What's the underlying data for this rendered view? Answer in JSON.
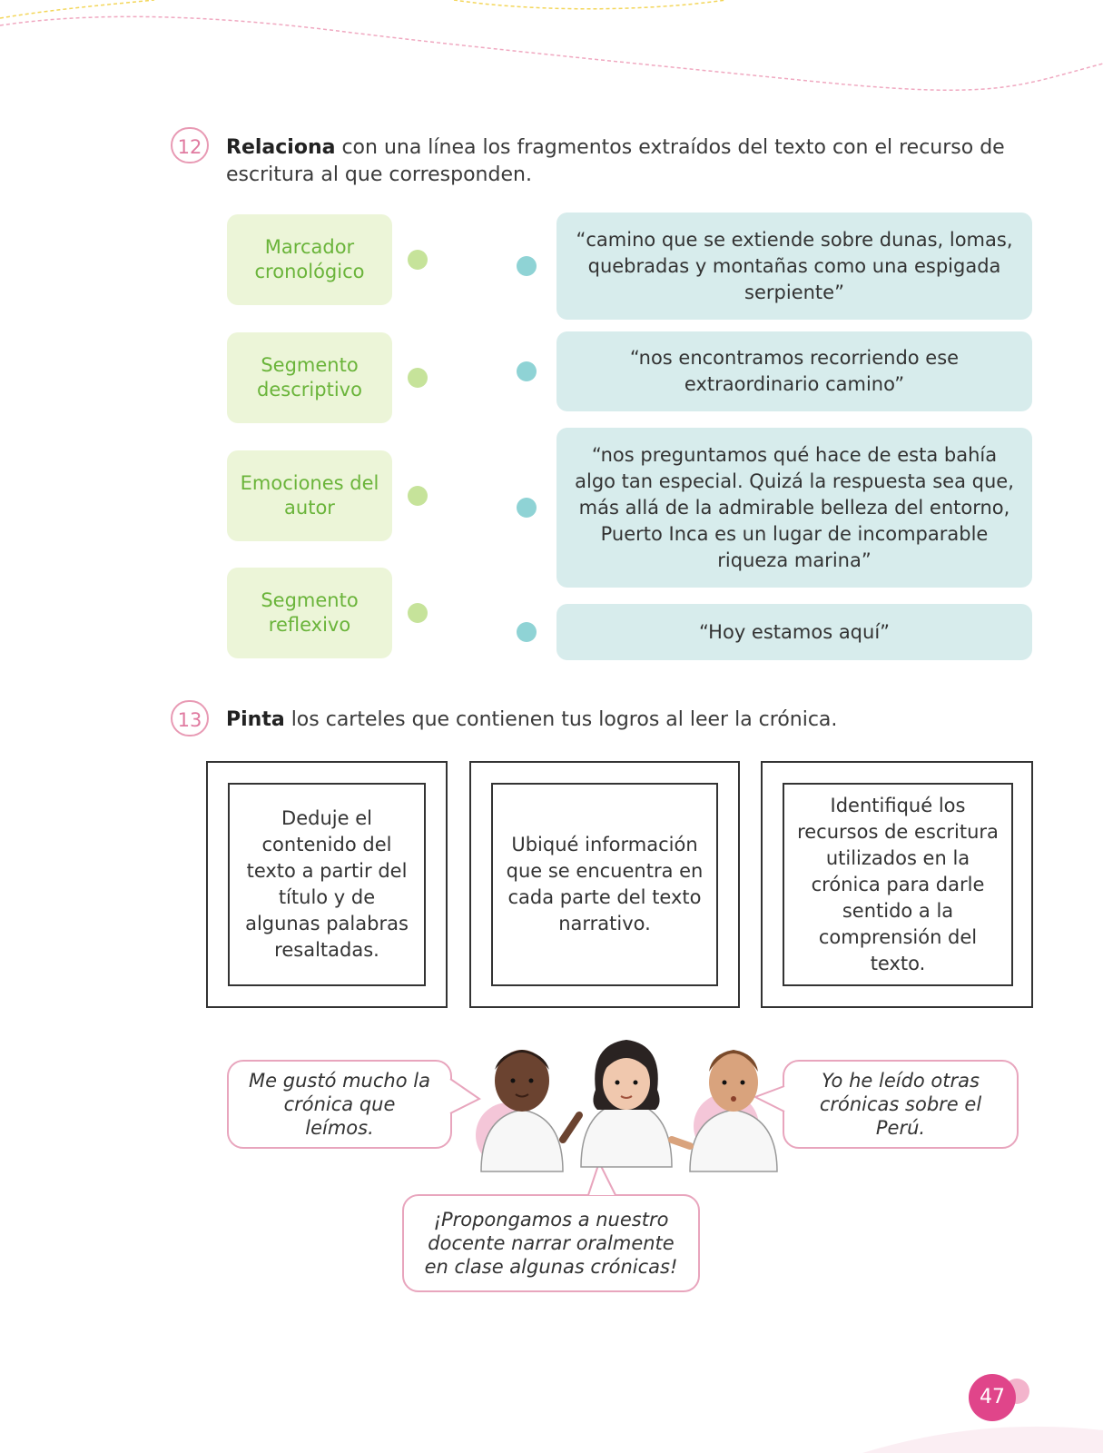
{
  "q12": {
    "number": "12",
    "bold": "Relaciona",
    "text": " con una línea los fragmentos extraídos del texto con el recurso de escritura al que corresponden.",
    "left_items": [
      "Marcador cronológico",
      "Segmento descriptivo",
      "Emociones del autor",
      "Segmento reflexivo"
    ],
    "right_items": [
      "“camino que se extiende sobre dunas, lomas, quebradas y montañas como una espigada serpiente”",
      "“nos encontramos recorriendo ese extraordinario camino”",
      "“nos preguntamos qué hace de esta bahía algo tan especial. Quizá la respuesta sea que, más allá de la admirable belleza del entorno, Puerto Inca es un lugar de incomparable riqueza marina”",
      "“Hoy estamos aquí”"
    ]
  },
  "q13": {
    "number": "13",
    "bold": "Pinta",
    "text": " los carteles que contienen tus logros al leer la crónica.",
    "cards": [
      "Deduje el contenido del texto a partir del título y de algunas palabras resaltadas.",
      "Ubiqué información que se encuentra en cada parte del texto narrativo.",
      "Identifiqué los recursos de escritura utilizados en la crónica para darle sentido a la comprensión del texto."
    ]
  },
  "bubbles": {
    "left": "Me gustó mucho la crónica que leímos.",
    "right": "Yo he leído otras crónicas sobre el Perú.",
    "bottom": "¡Propongamos a nuestro docente narrar oralmente en clase algunas crónicas!"
  },
  "page_number": "47",
  "colors": {
    "accent_pink": "#e0458a",
    "green_box": "#ecf5d8",
    "green_text": "#6ab43a",
    "teal_box": "#d7ecec"
  }
}
